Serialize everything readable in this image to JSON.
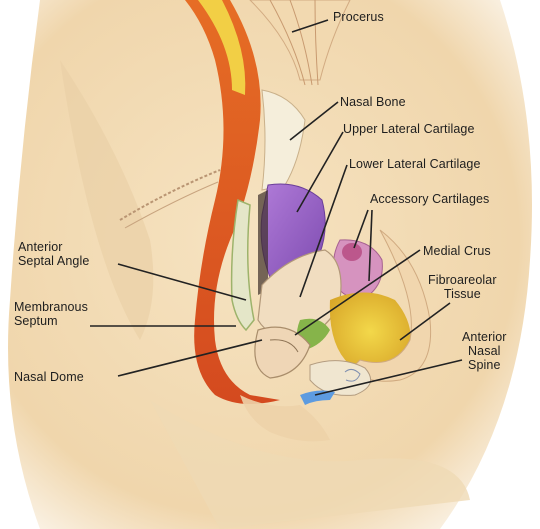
{
  "labels": {
    "procerus": "Procerus",
    "nasal_bone": "Nasal Bone",
    "upper_lateral_cartilage": "Upper Lateral Cartilage",
    "lower_lateral_cartilage": "Lower Lateral Cartilage",
    "accessory_cartilages": "Accessory Cartilages",
    "medial_crus": "Medial Crus",
    "fibroareolar_tissue": "Fibroareolar\nTissue",
    "anterior_nasal_spine": "Anterior\nNasal\nSpine",
    "anterior_septal_angle": "Anterior\nSeptal Angle",
    "membranous_septum": "Membranous\nSeptum",
    "nasal_dome": "Nasal Dome"
  },
  "colors": {
    "skin": "#f3dcb5",
    "skin_shadow": "#dcb58a",
    "muscle": "#e0602a",
    "bone": "#f4ead2",
    "upper_lateral": "#9b66c6",
    "lower_lateral": "#f1dcc0",
    "accessory": "#d38fb9",
    "fibroareolar": "#e9c72e",
    "green_tissue": "#7fae3a",
    "blue_spine": "#4d8fd6",
    "leader_line": "#222222"
  }
}
